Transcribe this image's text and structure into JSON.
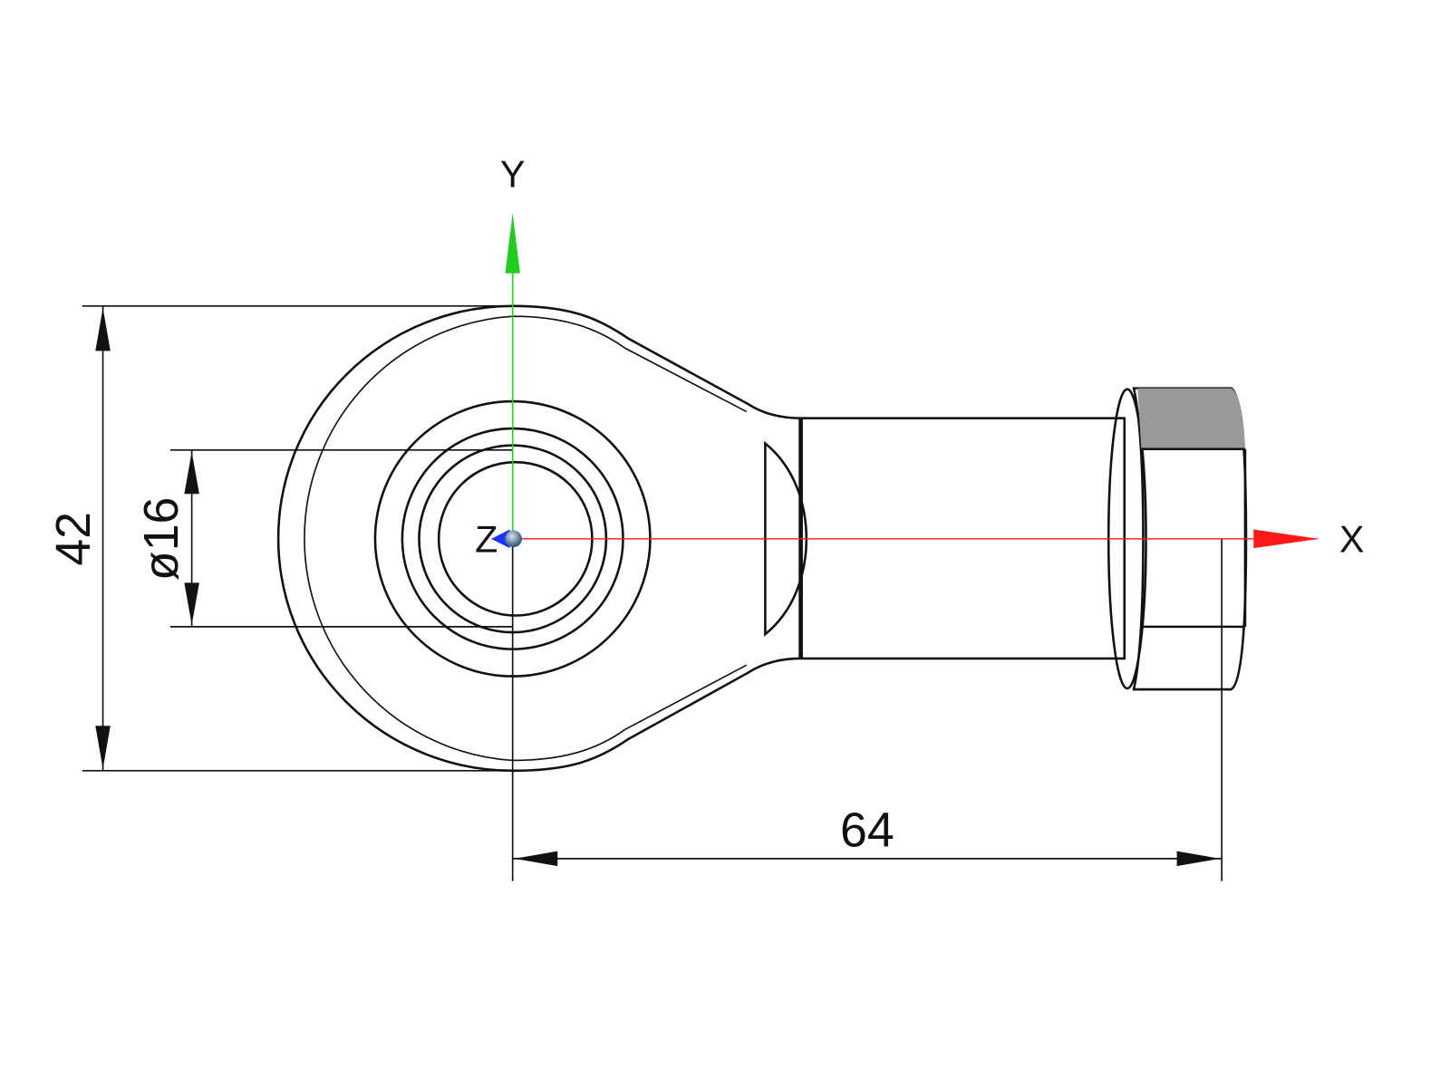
{
  "drawing": {
    "part": "rod-end",
    "dimensions": {
      "height": "42",
      "bore_diameter": "ø16",
      "length": "64"
    },
    "axes": {
      "x_label": "X",
      "y_label": "Y",
      "z_label": "Z",
      "x_color": "#ff1a1a",
      "y_color": "#22cc22",
      "z_color": "#1a33ff"
    },
    "part_color": "#8c8c8c"
  }
}
